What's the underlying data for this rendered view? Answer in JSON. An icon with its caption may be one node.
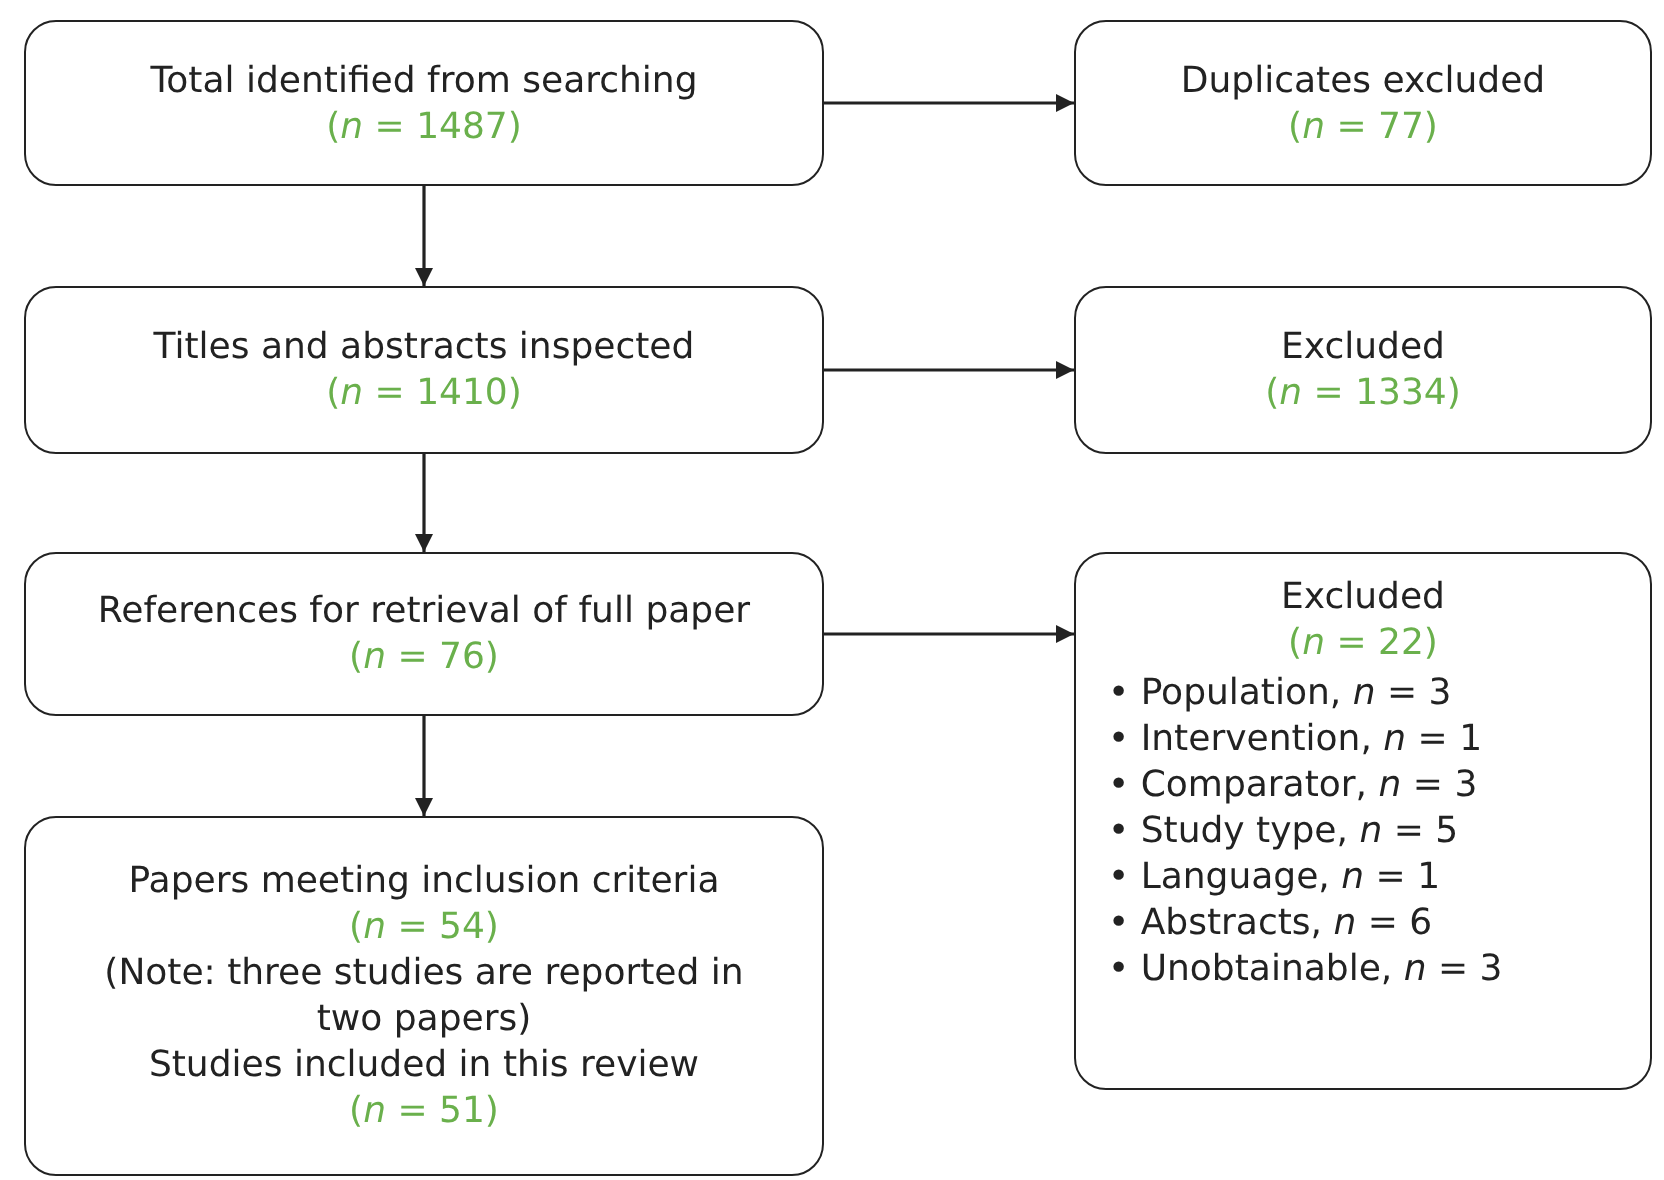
{
  "diagram": {
    "nodes": [
      {
        "text": [
          "Total identified from searching",
          "(*n* = 1487)"
        ]
      },
      {
        "text": [
          "Duplicates excluded",
          "(*n* = 77)"
        ]
      },
      {
        "text": [
          "Titles and abstracts inspected",
          "(*n* = 1410)"
        ]
      },
      {
        "text": [
          "Excluded",
          "(*n* = 1334)"
        ]
      },
      {
        "text": [
          "References for retrieval of full paper",
          "(*n* = 76)"
        ]
      },
      {
        "text": [
          "Excluded",
          "(*n* = 22)",
          "• Population, *n* = 3",
          "• Intervention, *n* = 1",
          "• Comparator, *n* = 3",
          "• Study type, *n* = 5",
          "• Language, *n* = 1",
          "• Abstracts, *n* = 6",
          "• Unobtainable, *n* = 3"
        ]
      },
      {
        "text": [
          "Papers meeting inclusion criteria",
          "(*n* = 54)",
          "(Note: three studies are reported in two papers)",
          "Studies included in this review",
          "(*n* = 51)"
        ]
      }
    ],
    "edges": [
      {
        "from": 0,
        "to": 1,
        "arrow": "to"
      },
      {
        "from": 0,
        "to": 2,
        "arrow": "to"
      },
      {
        "from": 2,
        "to": 3,
        "arrow": "to"
      },
      {
        "from": 2,
        "to": 4,
        "arrow": "to"
      },
      {
        "from": 4,
        "to": 5,
        "arrow": "to"
      },
      {
        "from": 4,
        "to": 6,
        "arrow": "to"
      }
    ]
  }
}
